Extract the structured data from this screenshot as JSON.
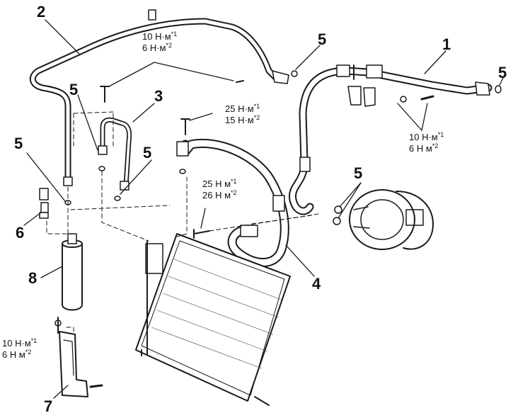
{
  "labels": {
    "n1": "1",
    "n2": "2",
    "n3": "3",
    "n4": "4",
    "n5a": "5",
    "n5b": "5",
    "n5c": "5",
    "n5d": "5",
    "n5e": "5",
    "n5f": "5",
    "n6": "6",
    "n7": "7",
    "n8": "8"
  },
  "torques": {
    "top": {
      "l1": "10 Н·м",
      "s1": "*1",
      "l2": "6 Н·м",
      "s2": "*2"
    },
    "mid": {
      "l1": "25 Н·м",
      "s1": "*1",
      "l2": "15 Н·м",
      "s2": "*2"
    },
    "right": {
      "l1": "10 Н·м",
      "s1": "*1",
      "l2": "6 Н м",
      "s2": "*2"
    },
    "center": {
      "l1": "25 Н м",
      "s1": "*1",
      "l2": "26 Н м",
      "s2": "*2"
    },
    "bottom": {
      "l1": "10 Н·м",
      "s1": "*1",
      "l2": "6 Н м",
      "s2": "*2"
    }
  }
}
